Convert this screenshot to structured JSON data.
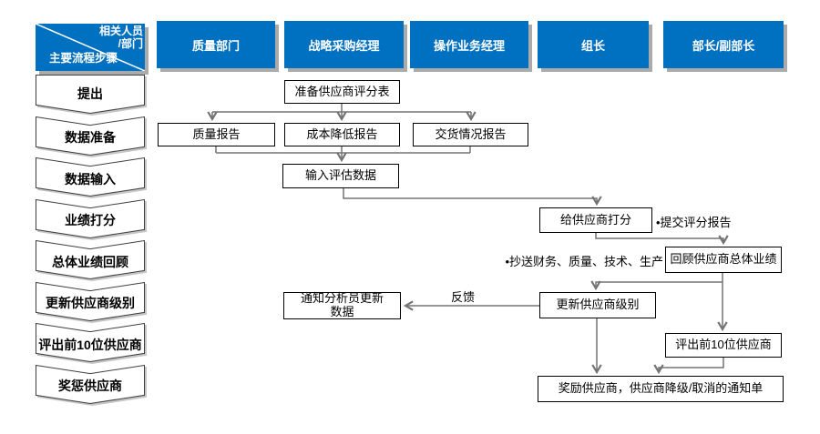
{
  "corner": {
    "dept_line1": "相关人员",
    "dept_line2": "/部门",
    "steps_label": "主要流程步骤"
  },
  "columns": [
    "质量部门",
    "战略采购经理",
    "操作业务经理",
    "组长",
    "部长/副部长"
  ],
  "steps": [
    "提出",
    "数据准备",
    "数据输入",
    "业绩打分",
    "总体业绩回顾",
    "更新供应商级别",
    "评出前10位供应商",
    "奖惩供应商"
  ],
  "nodes": [
    {
      "id": "prepare-scorecard",
      "label": "准备供应商评分表"
    },
    {
      "id": "quality-report",
      "label": "质量报告"
    },
    {
      "id": "cost-reduction-report",
      "label": "成本降低报告"
    },
    {
      "id": "delivery-report",
      "label": "交货情况报告"
    },
    {
      "id": "input-evaluation-data",
      "label": "输入评估数据"
    },
    {
      "id": "score-suppliers",
      "label": "给供应商打分"
    },
    {
      "id": "review-overall-performance",
      "label": "回顾供应商总体业绩"
    },
    {
      "id": "update-supplier-level",
      "label": "更新供应商级别"
    },
    {
      "id": "notify-analyst-update",
      "label": "通知分析员更新数据"
    },
    {
      "id": "top10-suppliers",
      "label": "评出前10位供应商"
    },
    {
      "id": "reward-downgrade-notice",
      "label": "奖励供应商，供应商降级/取消的通知单"
    }
  ],
  "annotations": {
    "submit_report": "•提交评分报告",
    "cc_departments": "•抄送财务、质量、技术、生产",
    "feedback": "反馈"
  },
  "colors": {
    "header_blue": "#0070C0",
    "connector_gray": "#737373",
    "border_black": "#000000",
    "shadow_gray": "#ABABAB"
  }
}
